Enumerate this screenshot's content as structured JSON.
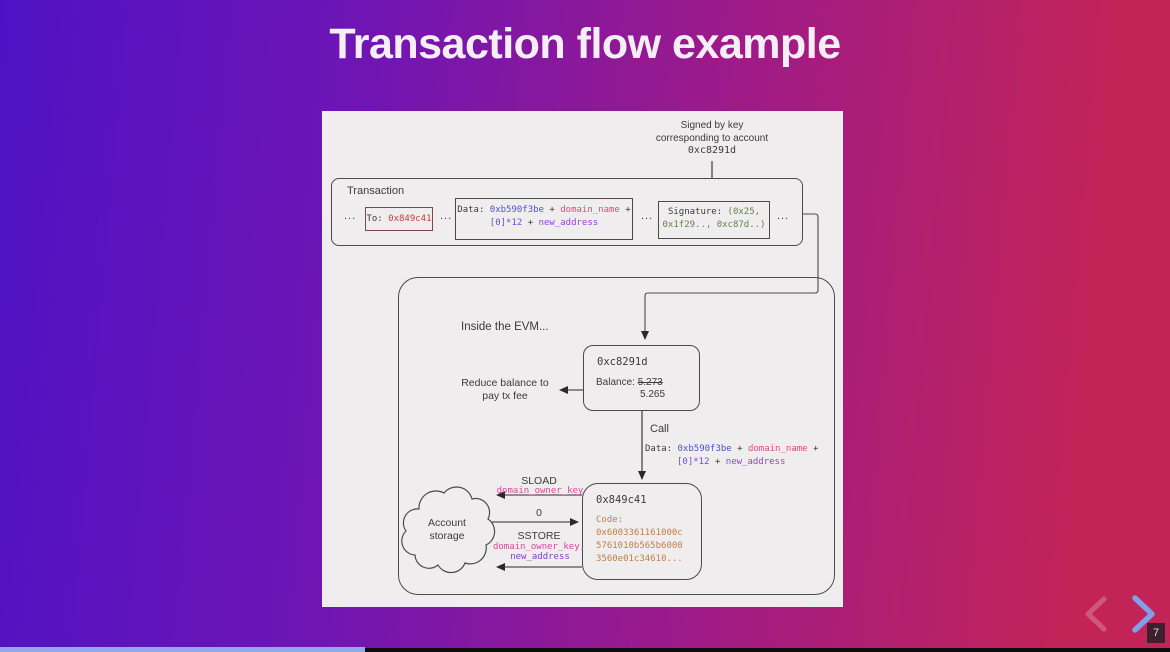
{
  "slide": {
    "title": "Transaction flow example",
    "page_number": "7"
  },
  "colors": {
    "background_left": "#4e12c4",
    "background_right": "#c32457",
    "panel": "#f0edee",
    "selector_blue": "#4a55cc",
    "domain_pink": "#e0497b",
    "padding_purple": "#6a50d0",
    "address_violet": "#8f44d0",
    "signature_green": "#66804d",
    "code_orange": "#bf7f45",
    "to_red": "#c23b36",
    "storage_key_magenta": "#d6479c",
    "storage_value_purple": "#7d3fc8",
    "progress_blue": "#92a8ea"
  },
  "diagram": {
    "signed_note": {
      "line1": "Signed by key",
      "line2": "corresponding to account",
      "account": "0xc8291d"
    },
    "transaction": {
      "label": "Transaction",
      "ellipsis": "...",
      "to_label": "To:",
      "to_value": "0x849c41",
      "data": {
        "label": "Data:",
        "selector": "0xb590f3be",
        "plus": "+",
        "domain": "domain_name",
        "padding": "[0]*12",
        "address": "new_address"
      },
      "signature": {
        "label": "Signature:",
        "part1": "(0x25,",
        "part2": "0x1f29.., 0xc87d..)"
      }
    },
    "evm": {
      "label": "Inside the EVM...",
      "sender": {
        "address": "0xc8291d",
        "balance_label": "Balance:",
        "old_balance": "5.273",
        "new_balance": "5.265"
      },
      "reduce_note": {
        "line1": "Reduce balance to",
        "line2": "pay tx fee"
      },
      "call": {
        "label": "Call",
        "data": {
          "label": "Data:",
          "selector": "0xb590f3be",
          "plus": "+",
          "domain": "domain_name",
          "padding": "[0]*12",
          "address": "new_address"
        }
      },
      "contract": {
        "address": "0x849c41",
        "code_label": "Code:",
        "code_lines": [
          "0x6003361161000c",
          "5761010b565b6000",
          "3560e01c34610..."
        ]
      },
      "storage": {
        "line1": "Account",
        "line2": "storage"
      },
      "sload": {
        "op": "SLOAD",
        "key": "domain_owner_key"
      },
      "sload_result": "0",
      "sstore": {
        "op": "SSTORE",
        "key": "domain_owner_key,",
        "value": "new_address"
      }
    }
  }
}
